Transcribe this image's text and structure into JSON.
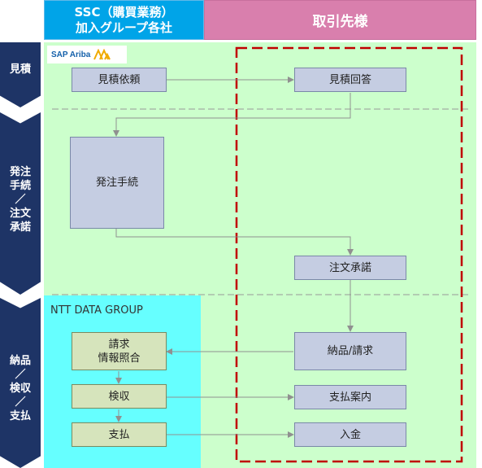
{
  "header": {
    "left_line1": "SSC（購買業務）",
    "left_line2": "加入グループ各社",
    "right": "取引先様"
  },
  "phases": {
    "estimate": "見積",
    "order_lines": [
      "発注",
      "手続",
      "／",
      "注文",
      "承諾"
    ],
    "delivery_lines": [
      "納品",
      "／",
      "検収",
      "／",
      "支払"
    ]
  },
  "logo": {
    "text": "SAP Ariba"
  },
  "ntt_label": "NTT DATA GROUP",
  "boxes": {
    "quote_request": "見積依頼",
    "quote_answer": "見積回答",
    "order_procedure": "発注手続",
    "order_accept": "注文承諾",
    "billing_check": [
      "請求",
      "情報照合"
    ],
    "delivery_billing": "納品/請求",
    "inspection": "検収",
    "payment_notice": "支払案内",
    "payment": "支払",
    "receipt": "入金"
  },
  "colors": {
    "header_left": "#00a4e8",
    "header_right": "#d97fad",
    "phase_band": "#1e3466",
    "green_area": "#ccffcc",
    "cyan_area": "#66ffff",
    "blue_box": "#c5cde2",
    "olive_box": "#d6e4bc",
    "dashed_frame": "#c00000"
  }
}
